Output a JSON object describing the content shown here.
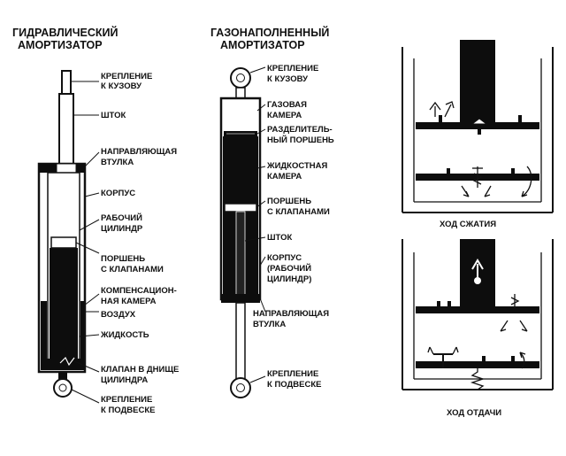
{
  "titles": {
    "hydraulic": [
      "ГИДРАВЛИЧЕСКИЙ",
      "АМОРТИЗАТОР"
    ],
    "gas": [
      "ГАЗОНАПОЛНЕННЫЙ",
      "АМОРТИЗАТОР"
    ]
  },
  "hydraulic_labels": [
    [
      "КРЕПЛЕНИЕ",
      "К КУЗОВУ"
    ],
    [
      "ШТОК"
    ],
    [
      "НАПРАВЛЯЮЩАЯ",
      "ВТУЛКА"
    ],
    [
      "КОРПУС"
    ],
    [
      "РАБОЧИЙ",
      "ЦИЛИНДР"
    ],
    [
      "ПОРШЕНЬ",
      "С КЛАПАНАМИ"
    ],
    [
      "КОМПЕНСАЦИОН-",
      "НАЯ КАМЕРА"
    ],
    [
      "ВОЗДУХ"
    ],
    [
      "ЖИДКОСТЬ"
    ],
    [
      "КЛАПАН В ДНИЩЕ",
      "ЦИЛИНДРА"
    ],
    [
      "КРЕПЛЕНИЕ",
      "К ПОДВЕСКЕ"
    ]
  ],
  "gas_labels": [
    [
      "КРЕПЛЕНИЕ",
      "К КУЗОВУ"
    ],
    [
      "ГАЗОВАЯ",
      "КАМЕРА"
    ],
    [
      "РАЗДЕЛИТЕЛЬ-",
      "НЫЙ ПОРШЕНЬ"
    ],
    [
      "ЖИДКОСТНАЯ",
      "КАМЕРА"
    ],
    [
      "ПОРШЕНЬ",
      "С КЛАПАНАМИ"
    ],
    [
      "ШТОК"
    ],
    [
      "КОРПУС",
      "(РАБОЧИЙ",
      "ЦИЛИНДР)"
    ],
    [
      "НАПРАВЛЯЮЩАЯ",
      "ВТУЛКА"
    ],
    [
      "КРЕПЛЕНИЕ",
      "К ПОДВЕСКЕ"
    ]
  ],
  "captions": {
    "compression": "ХОД СЖАТИЯ",
    "rebound": "ХОД ОТДАЧИ"
  },
  "colors": {
    "ink": "#111111",
    "fill": "#0d0d0d",
    "background": "#ffffff"
  }
}
